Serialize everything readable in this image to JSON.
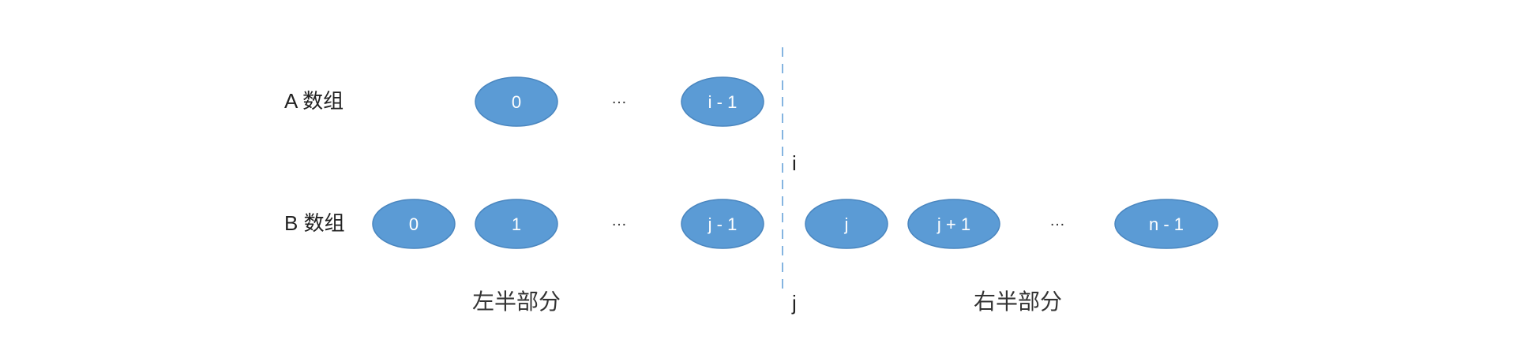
{
  "rows": {
    "a_label": "A 数组",
    "b_label": "B 数组"
  },
  "a_nodes": [
    "0",
    "…",
    "i - 1"
  ],
  "b_nodes": [
    "0",
    "1",
    "…",
    "j - 1",
    "j",
    "j + 1",
    "…",
    "n - 1"
  ],
  "divider": {
    "i_label": "i",
    "j_label": "j"
  },
  "regions": {
    "left": "左半部分",
    "right": "右半部分"
  },
  "colors": {
    "node_fill": "#5b9bd5",
    "node_text": "#ffffff",
    "divider": "#5b9bd5"
  }
}
